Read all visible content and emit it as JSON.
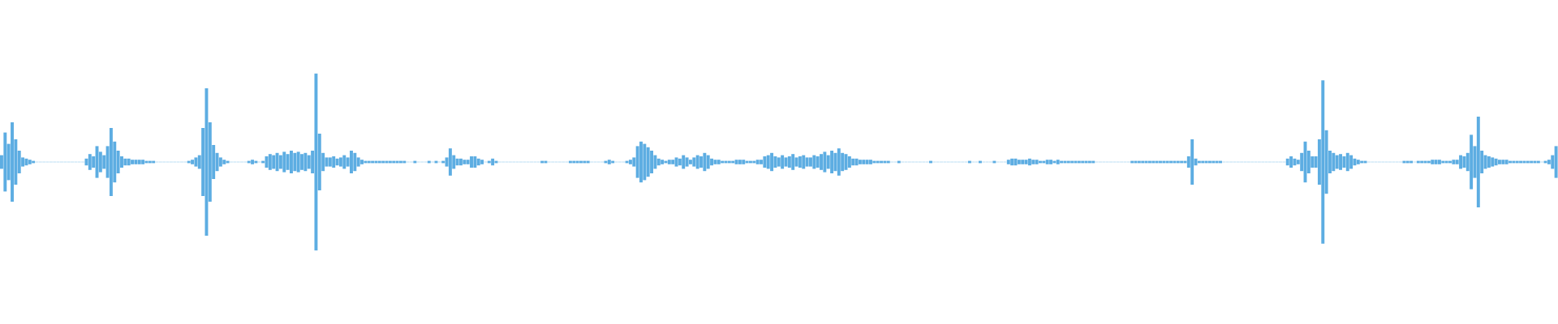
{
  "waveform": {
    "color": "#5dade2",
    "background": "#ffffff",
    "samples": [
      0.06,
      0.26,
      0.16,
      0.35,
      0.2,
      0.1,
      0.04,
      0.03,
      0.02,
      0.01,
      0.0,
      0.0,
      0.0,
      0.0,
      0.0,
      0.0,
      0.0,
      0.0,
      0.0,
      0.0,
      0.0,
      0.0,
      0.0,
      0.0,
      0.03,
      0.07,
      0.05,
      0.14,
      0.09,
      0.06,
      0.14,
      0.3,
      0.18,
      0.1,
      0.05,
      0.03,
      0.03,
      0.02,
      0.02,
      0.02,
      0.02,
      0.01,
      0.01,
      0.01,
      0.0,
      0.0,
      0.0,
      0.0,
      0.0,
      0.0,
      0.0,
      0.0,
      0.0,
      0.01,
      0.02,
      0.04,
      0.06,
      0.3,
      0.65,
      0.35,
      0.15,
      0.08,
      0.04,
      0.02,
      0.01,
      0.0,
      0.0,
      0.0,
      0.0,
      0.0,
      0.01,
      0.02,
      0.01,
      0.0,
      0.01,
      0.05,
      0.07,
      0.06,
      0.08,
      0.06,
      0.09,
      0.07,
      0.1,
      0.08,
      0.09,
      0.07,
      0.08,
      0.06,
      0.1,
      0.78,
      0.25,
      0.08,
      0.04,
      0.04,
      0.05,
      0.03,
      0.04,
      0.06,
      0.04,
      0.1,
      0.08,
      0.04,
      0.02,
      0.01,
      0.01,
      0.01,
      0.01,
      0.01,
      0.01,
      0.01,
      0.01,
      0.01,
      0.01,
      0.01,
      0.01,
      0.0,
      0.0,
      0.01,
      0.0,
      0.0,
      0.0,
      0.01,
      0.0,
      0.01,
      0.0,
      0.01,
      0.04,
      0.12,
      0.06,
      0.03,
      0.03,
      0.02,
      0.02,
      0.05,
      0.05,
      0.03,
      0.02,
      0.0,
      0.01,
      0.03,
      0.01,
      0.0,
      0.0,
      0.0,
      0.0,
      0.0,
      0.0,
      0.0,
      0.0,
      0.0,
      0.0,
      0.0,
      0.0,
      0.01,
      0.01,
      0.0,
      0.0,
      0.0,
      0.0,
      0.0,
      0.0,
      0.01,
      0.01,
      0.01,
      0.01,
      0.01,
      0.01,
      0.0,
      0.0,
      0.0,
      0.0,
      0.01,
      0.02,
      0.01,
      0.0,
      0.0,
      0.0,
      0.01,
      0.02,
      0.04,
      0.14,
      0.18,
      0.16,
      0.13,
      0.1,
      0.06,
      0.03,
      0.02,
      0.01,
      0.02,
      0.02,
      0.04,
      0.03,
      0.06,
      0.04,
      0.02,
      0.04,
      0.06,
      0.05,
      0.08,
      0.06,
      0.03,
      0.02,
      0.02,
      0.01,
      0.01,
      0.01,
      0.01,
      0.02,
      0.02,
      0.02,
      0.01,
      0.01,
      0.01,
      0.02,
      0.02,
      0.05,
      0.06,
      0.08,
      0.05,
      0.04,
      0.06,
      0.04,
      0.05,
      0.07,
      0.04,
      0.05,
      0.06,
      0.04,
      0.04,
      0.06,
      0.05,
      0.07,
      0.09,
      0.06,
      0.1,
      0.08,
      0.12,
      0.08,
      0.07,
      0.05,
      0.03,
      0.03,
      0.02,
      0.02,
      0.02,
      0.02,
      0.01,
      0.01,
      0.01,
      0.01,
      0.01,
      0.0,
      0.0,
      0.01,
      0.0,
      0.0,
      0.0,
      0.0,
      0.0,
      0.0,
      0.0,
      0.0,
      0.01,
      0.0,
      0.0,
      0.0,
      0.0,
      0.0,
      0.0,
      0.0,
      0.0,
      0.0,
      0.0,
      0.01,
      0.0,
      0.0,
      0.01,
      0.0,
      0.0,
      0.0,
      0.01,
      0.0,
      0.0,
      0.0,
      0.02,
      0.03,
      0.03,
      0.02,
      0.02,
      0.02,
      0.03,
      0.02,
      0.02,
      0.01,
      0.01,
      0.02,
      0.02,
      0.01,
      0.02,
      0.01,
      0.01,
      0.01,
      0.01,
      0.01,
      0.01,
      0.01,
      0.01,
      0.01,
      0.01,
      0.0,
      0.0,
      0.0,
      0.0,
      0.0,
      0.0,
      0.0,
      0.0,
      0.0,
      0.0,
      0.01,
      0.01,
      0.01,
      0.01,
      0.01,
      0.01,
      0.01,
      0.01,
      0.01,
      0.01,
      0.01,
      0.01,
      0.01,
      0.01,
      0.01,
      0.01,
      0.05,
      0.2,
      0.03,
      0.01,
      0.01,
      0.01,
      0.01,
      0.01,
      0.01,
      0.01,
      0.0,
      0.0,
      0.0,
      0.0,
      0.0,
      0.0,
      0.0,
      0.0,
      0.0,
      0.0,
      0.0,
      0.0,
      0.0,
      0.0,
      0.0,
      0.0,
      0.0,
      0.0,
      0.03,
      0.05,
      0.03,
      0.02,
      0.08,
      0.18,
      0.1,
      0.05,
      0.05,
      0.2,
      0.72,
      0.28,
      0.1,
      0.08,
      0.06,
      0.07,
      0.05,
      0.08,
      0.06,
      0.03,
      0.02,
      0.01,
      0.01,
      0.0,
      0.0,
      0.0,
      0.0,
      0.0,
      0.0,
      0.0,
      0.0,
      0.0,
      0.0,
      0.01,
      0.01,
      0.01,
      0.0,
      0.01,
      0.01,
      0.01,
      0.01,
      0.02,
      0.02,
      0.02,
      0.01,
      0.01,
      0.01,
      0.02,
      0.02,
      0.06,
      0.05,
      0.08,
      0.24,
      0.14,
      0.4,
      0.1,
      0.06,
      0.05,
      0.04,
      0.03,
      0.02,
      0.02,
      0.02,
      0.01,
      0.01,
      0.01,
      0.01,
      0.01,
      0.01,
      0.01,
      0.01,
      0.01,
      0.0,
      0.01,
      0.02,
      0.06,
      0.14
    ]
  }
}
